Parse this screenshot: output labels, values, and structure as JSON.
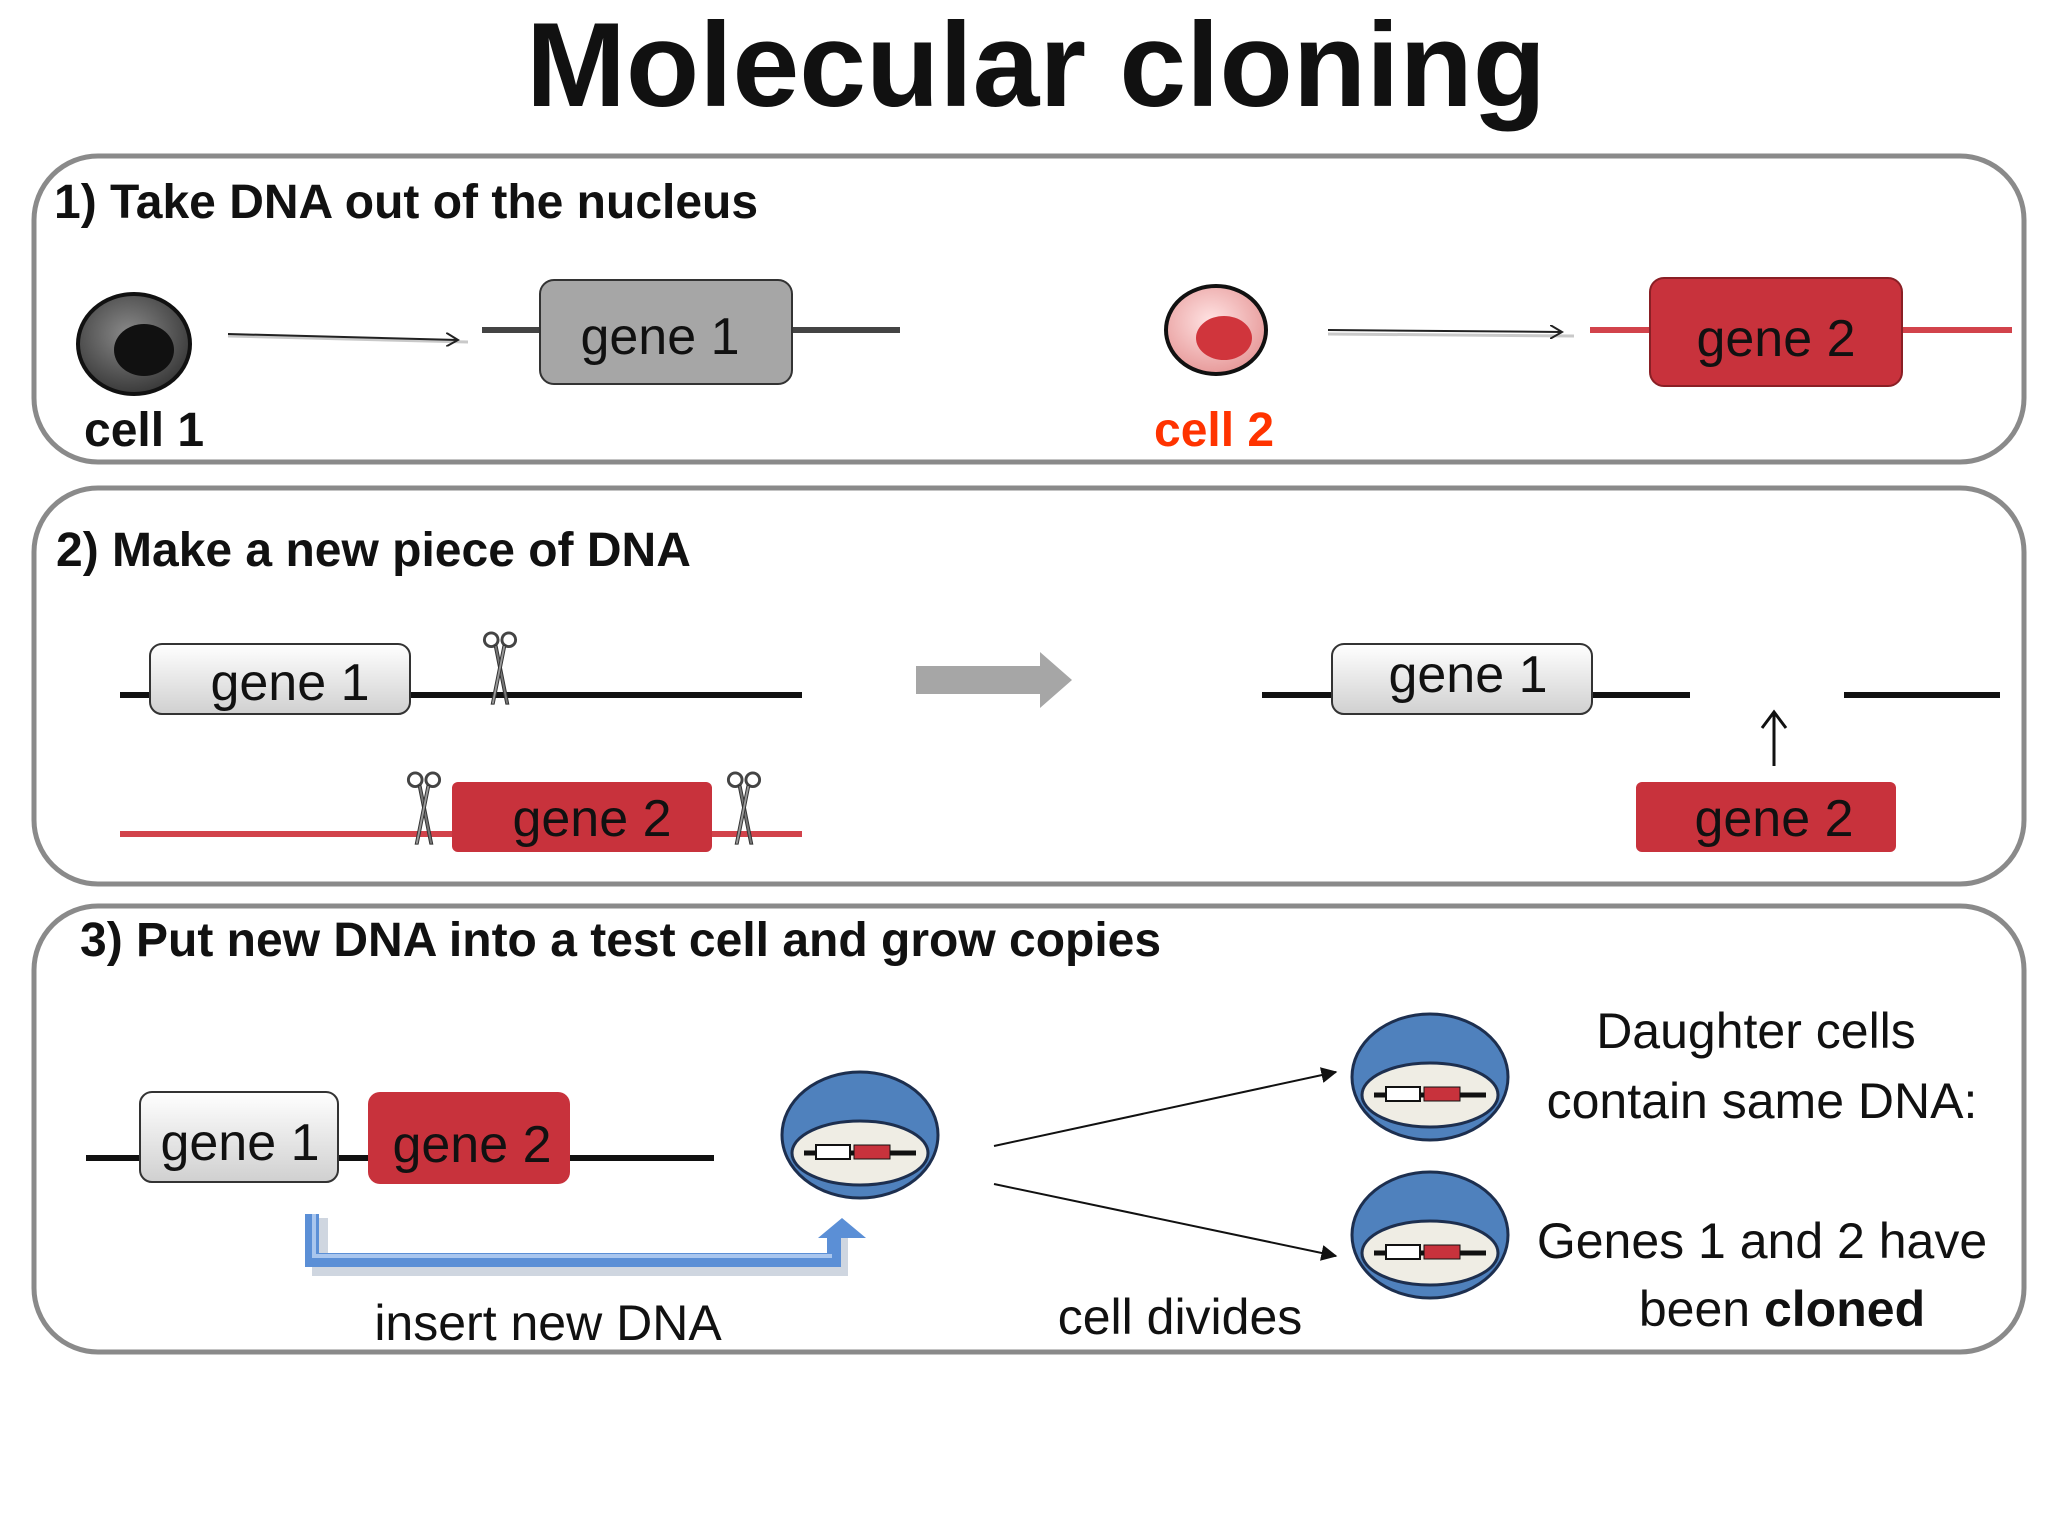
{
  "title": "Molecular cloning",
  "step1": {
    "heading": "1) Take DNA out of the nucleus",
    "cell1_label": "cell 1",
    "cell2_label": "cell 2",
    "gene1": "gene 1",
    "gene2": "gene 2"
  },
  "step2": {
    "heading": "2) Make a new piece of DNA",
    "gene1_left": "gene 1",
    "gene2_left": "gene 2",
    "gene1_right": "gene 1",
    "gene2_right": "gene 2"
  },
  "step3": {
    "heading": "3) Put new DNA into a test cell and grow copies",
    "gene1": "gene 1",
    "gene2": "gene 2",
    "insert_label": "insert new DNA",
    "divide_label": "cell divides",
    "note_line1": "Daughter cells",
    "note_line2": "contain same DNA:",
    "note_line3": "Genes 1 and 2 have",
    "note_line4_prefix": "been ",
    "note_line4_bold": "cloned"
  },
  "colors": {
    "gene1_fill": "#a6a6a6",
    "gene2_fill": "#c8323c",
    "cell2_label": "#ff3300",
    "test_cell_blue": "#4f81bd",
    "arrow_blue": "#5b8fd6"
  },
  "icons": {
    "cut_site": "scissors-icon",
    "process_arrow": "gray-block-arrow-icon"
  }
}
